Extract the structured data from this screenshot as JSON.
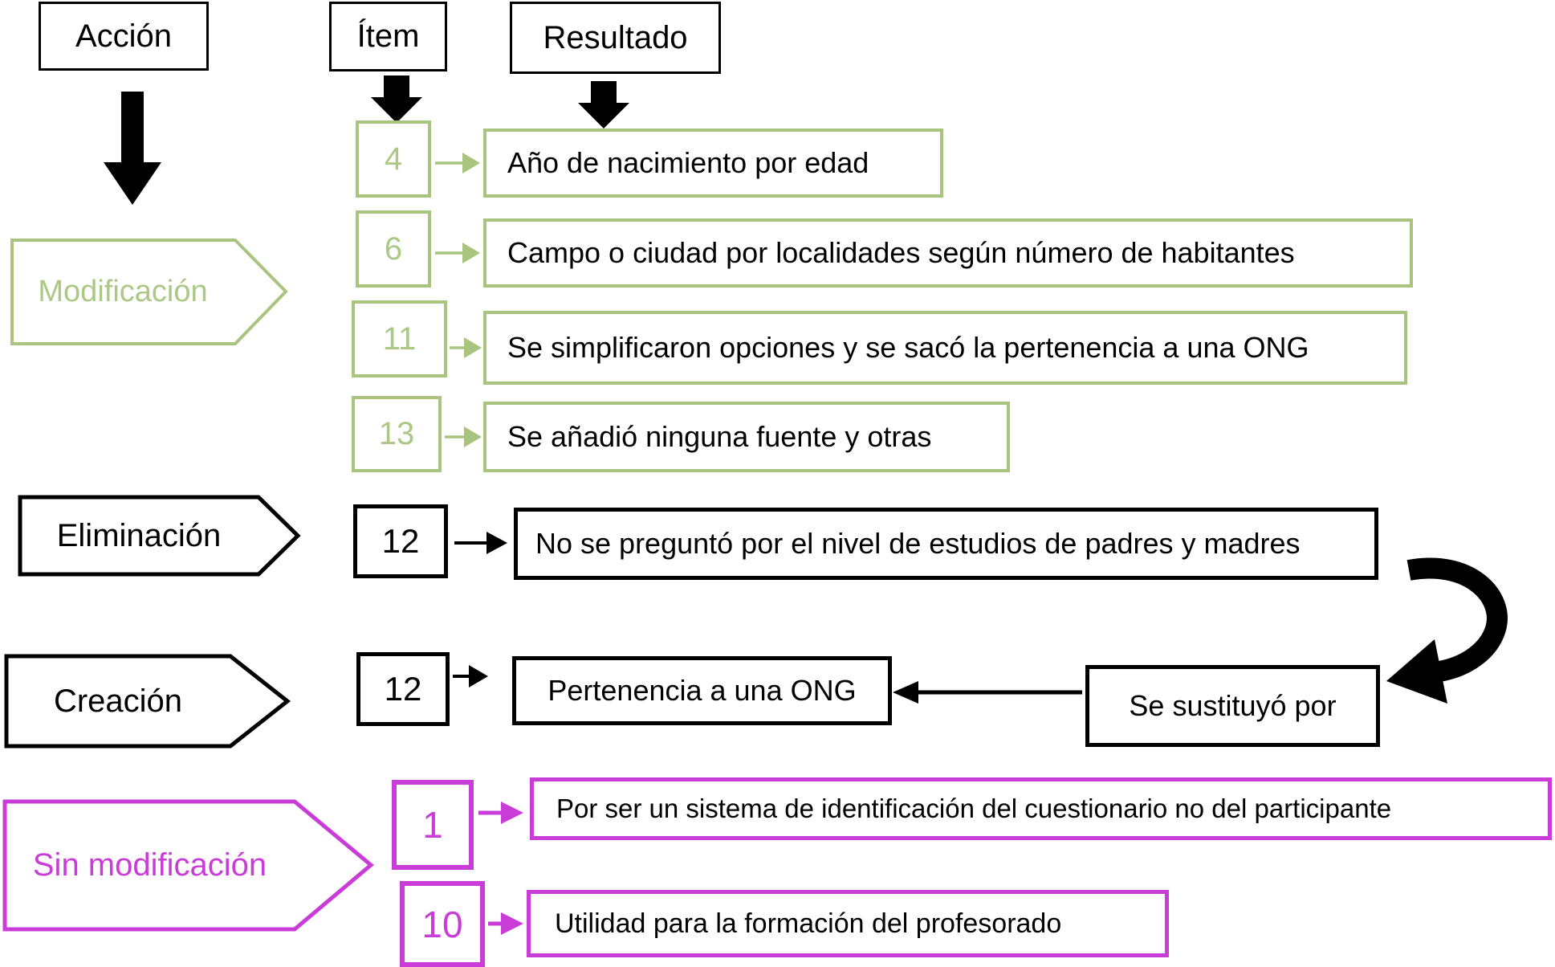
{
  "colors": {
    "green": "#A8C47E",
    "green_text": "#ABC985",
    "magenta": "#C93CD7",
    "black": "#000000",
    "background": "#FFFFFF"
  },
  "headers": [
    {
      "label": "Acción"
    },
    {
      "label": "Ítem"
    },
    {
      "label": "Resultado"
    }
  ],
  "groups": [
    {
      "label": "Modificación",
      "color": "green",
      "rows": [
        {
          "item": "4",
          "result": "Año de nacimiento por edad"
        },
        {
          "item": "6",
          "result": "Campo o ciudad por localidades según número de habitantes"
        },
        {
          "item": "11",
          "result": "Se simplificaron opciones y se sacó la pertenencia a una ONG"
        },
        {
          "item": "13",
          "result": "Se añadió ninguna fuente y otras"
        }
      ]
    },
    {
      "label": "Eliminación",
      "color": "black",
      "rows": [
        {
          "item": "12",
          "result": "No se preguntó por el nivel de estudios de padres y madres"
        }
      ]
    },
    {
      "label": "Creación",
      "color": "black",
      "note": "Se sustituyó por",
      "rows": [
        {
          "item": "12",
          "result": "Pertenencia a una ONG"
        }
      ]
    },
    {
      "label": "Sin modificación",
      "color": "magenta",
      "rows": [
        {
          "item": "1",
          "result": "Por ser un sistema de identificación del cuestionario no del participante"
        },
        {
          "item": "10",
          "result": "Utilidad para la formación del profesorado"
        }
      ]
    }
  ]
}
